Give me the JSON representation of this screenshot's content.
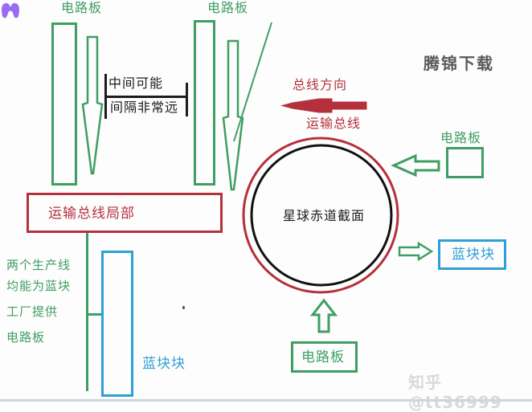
{
  "colors": {
    "green": "#3f9e63",
    "red": "#b5303d",
    "blue": "#2f9fd6",
    "black": "#1c1c1c",
    "logo_purple": "#9b6cf3",
    "watermark_gray": "#59595b",
    "watermark_light": "#d9d9d9",
    "background": "#fdfdfd"
  },
  "header": {
    "tengjin_watermark": "腾锦下载"
  },
  "footer": {
    "zhihu_watermark": "知乎 @tt36999"
  },
  "production_lines": {
    "left_board_label": "电路板",
    "mid_board_label": "电路板",
    "gap_note_line1": "中间可能",
    "gap_note_line2": "间隔非常远"
  },
  "bus": {
    "direction_label": "总线方向",
    "bus_label": "运输总线",
    "local_box_label": "运输总线局部"
  },
  "planet": {
    "equator_label": "星球赤道截面"
  },
  "left_note": {
    "lines": [
      "两个生产线",
      "均能为蓝块",
      "工厂提供",
      "电路板"
    ]
  },
  "bottom_left": {
    "blue_block_label": "蓝块块"
  },
  "right_side": {
    "board_label": "电路板",
    "blue_block_label": "蓝块块"
  },
  "bottom": {
    "board_label": "电路板"
  }
}
